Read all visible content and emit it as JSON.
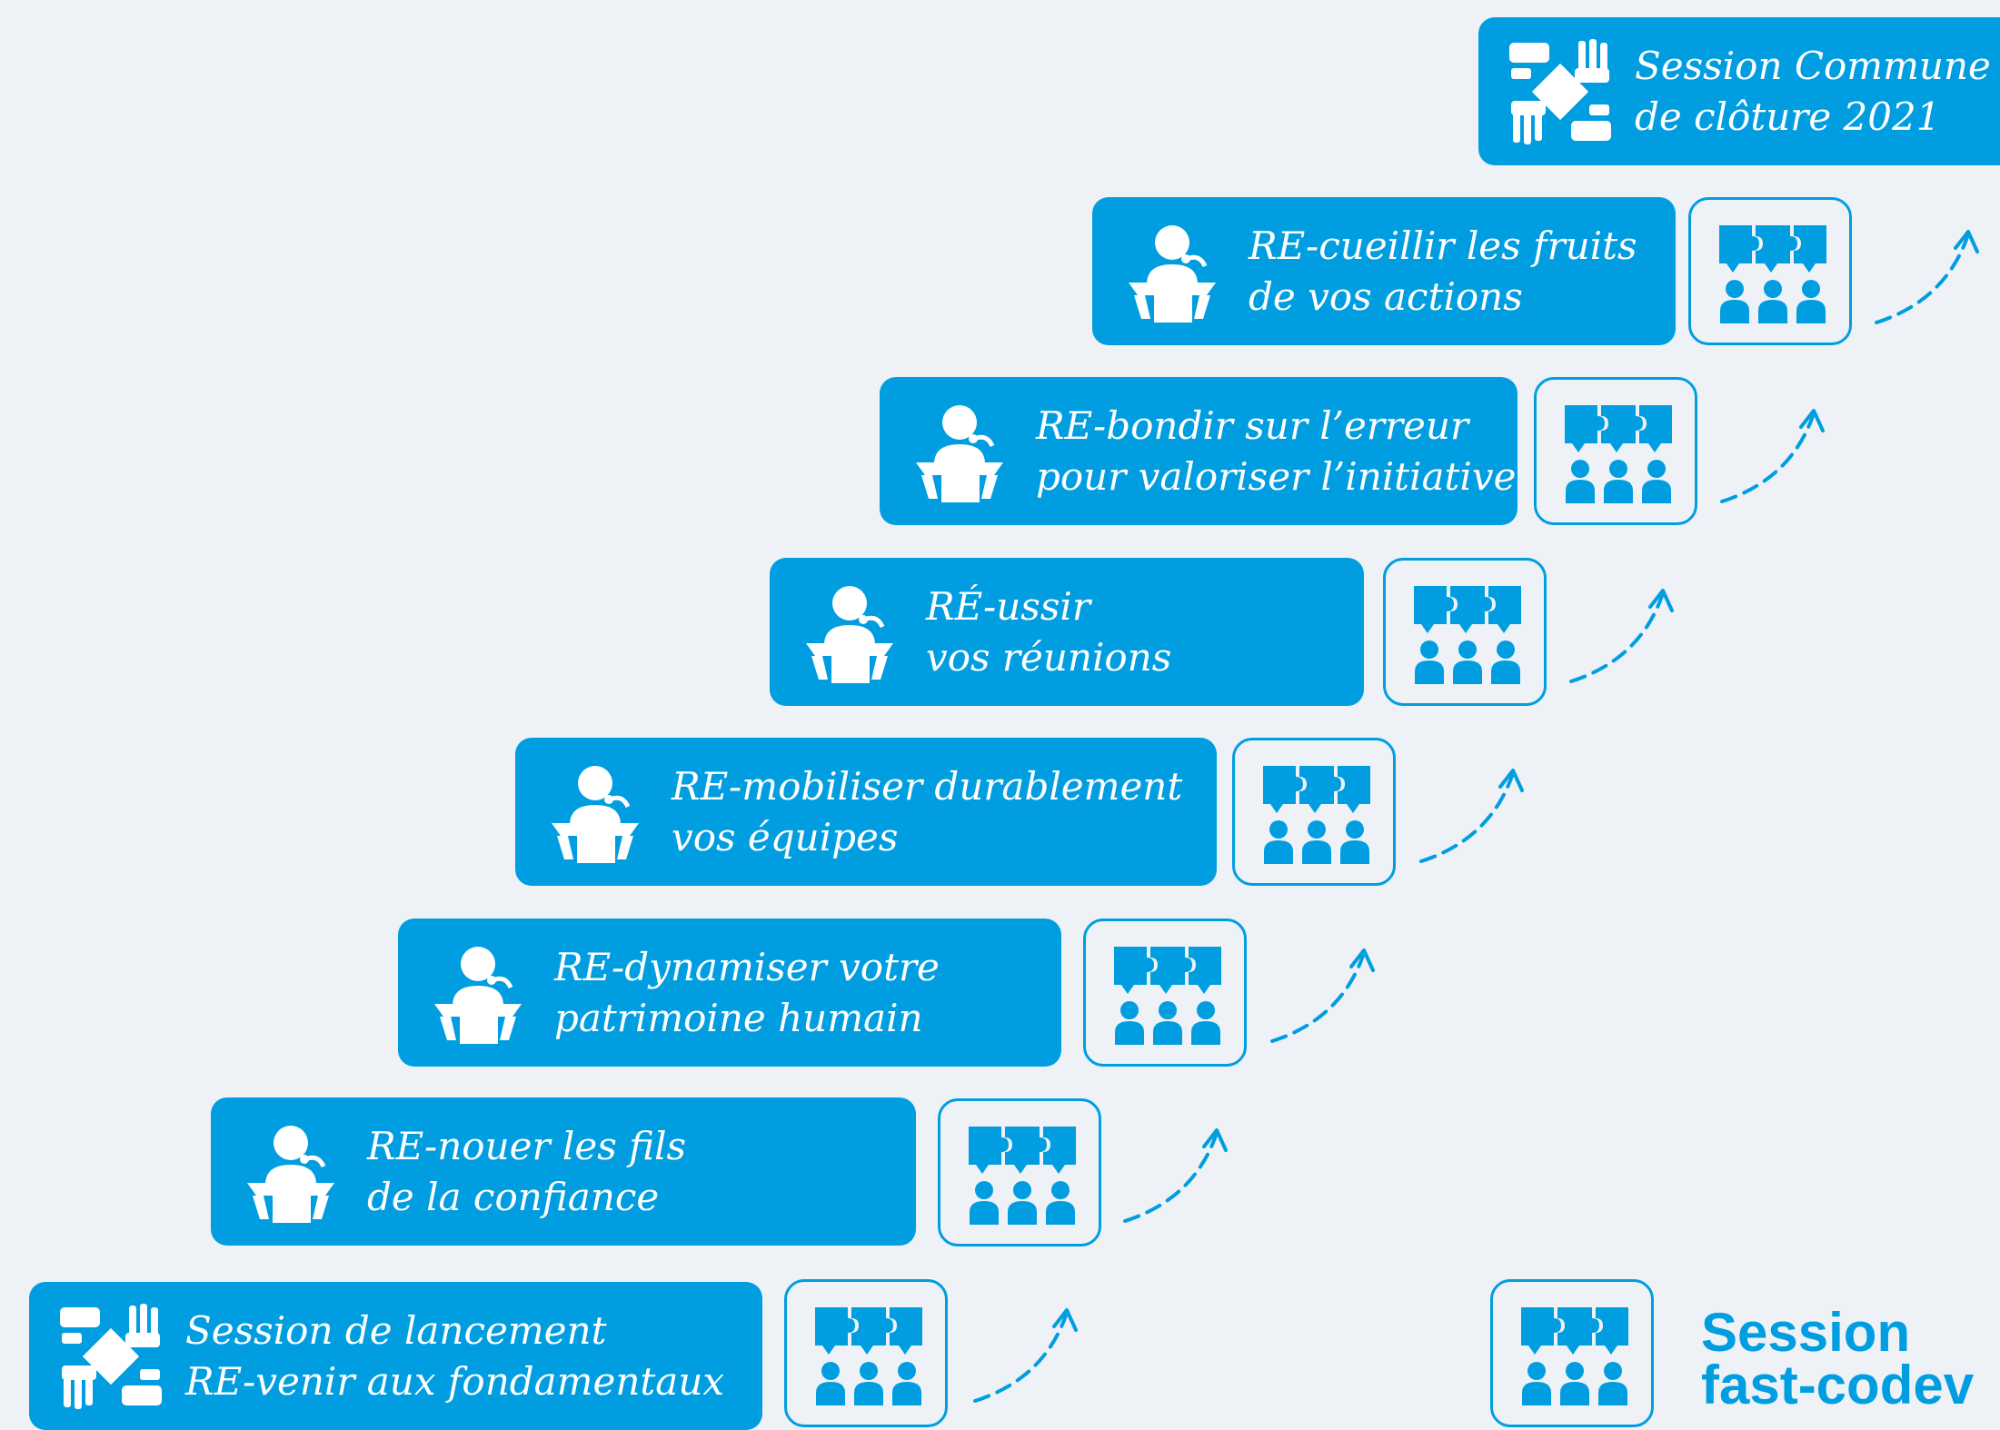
{
  "colors": {
    "accent": "#009ee0",
    "background": "#eef2f6",
    "text_on_accent": "#ffffff"
  },
  "steps": [
    {
      "line1": "Session de lancement",
      "line2": "RE-venir aux fondamentaux",
      "icon": "handshake-icon"
    },
    {
      "line1": "RE-nouer les fils",
      "line2": "de la confiance",
      "icon": "speaker-podium-icon"
    },
    {
      "line1": "RE-dynamiser votre",
      "line2": "patrimoine humain",
      "icon": "speaker-podium-icon"
    },
    {
      "line1": "RE-mobiliser durablement",
      "line2": "vos équipes",
      "icon": "speaker-podium-icon"
    },
    {
      "line1": "RÉ-ussir",
      "line2": "vos réunions",
      "icon": "speaker-podium-icon"
    },
    {
      "line1": "RE-bondir sur l’erreur",
      "line2": "pour valoriser l’initiative",
      "icon": "speaker-podium-icon"
    },
    {
      "line1": "RE-cueillir les fruits",
      "line2": "de vos actions",
      "icon": "speaker-podium-icon"
    },
    {
      "line1": "Session Commune",
      "line2": "de clôture 2021",
      "icon": "handshake-icon"
    }
  ],
  "codev_icon": "codev-group-icon",
  "legend": {
    "line1": "Session",
    "line2": "fast-codev",
    "icon": "codev-group-icon"
  }
}
